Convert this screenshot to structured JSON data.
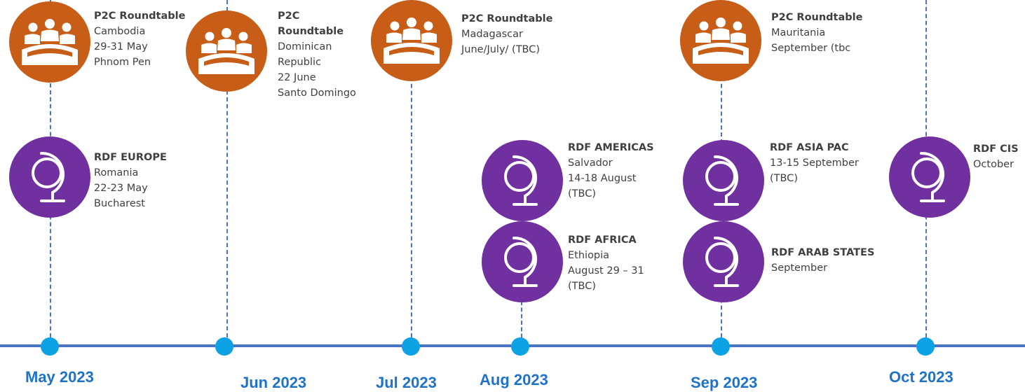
{
  "months": [
    "May 2023",
    "Jun 2023",
    "Jul 2023",
    "Aug 2023",
    "Sep 2023",
    "Oct 2023"
  ],
  "events": {
    "p2c_cambodia": {
      "title": "P2C Roundtable",
      "lines": [
        "Cambodia",
        "29-31 May",
        "Phnom Pen"
      ],
      "icon": "people-icon"
    },
    "p2c_dominican": {
      "title_lines": [
        "P2C",
        "Roundtable"
      ],
      "lines": [
        "Dominican",
        "Republic",
        "22 June",
        "Santo Domingo"
      ],
      "icon": "people-icon"
    },
    "p2c_madagascar": {
      "title": "P2C Roundtable",
      "lines": [
        "Madagascar",
        "June/July/ (TBC)"
      ],
      "icon": "people-icon"
    },
    "p2c_mauritania": {
      "title": "P2C Roundtable",
      "lines": [
        "Mauritania",
        "September (tbc"
      ],
      "icon": "people-icon"
    },
    "rdf_europe": {
      "title": "RDF EUROPE",
      "lines": [
        "Romania",
        "22-23 May",
        "Bucharest"
      ],
      "icon": "globe-icon"
    },
    "rdf_americas": {
      "title": "RDF AMERICAS",
      "lines": [
        "Salvador",
        "14-18 August",
        "(TBC)"
      ],
      "icon": "globe-icon"
    },
    "rdf_africa": {
      "title": "RDF AFRICA",
      "lines": [
        "Ethiopia",
        "August 29 – 31",
        "(TBC)"
      ],
      "icon": "globe-icon"
    },
    "rdf_asiapac": {
      "title": "RDF ASIA PAC",
      "lines": [
        "13-15 September",
        "(TBC)"
      ],
      "icon": "globe-icon"
    },
    "rdf_arab": {
      "title": "RDF ARAB STATES",
      "lines": [
        "September"
      ],
      "icon": "globe-icon"
    },
    "rdf_cis": {
      "title": "RDF CIS",
      "lines": [
        "October"
      ],
      "icon": "globe-icon"
    }
  },
  "colors": {
    "p2c": "#c75d17",
    "rdf": "#7030a0",
    "timeline": "#4a74c4",
    "dot": "#0ca2e3",
    "month": "#1e73c8"
  }
}
